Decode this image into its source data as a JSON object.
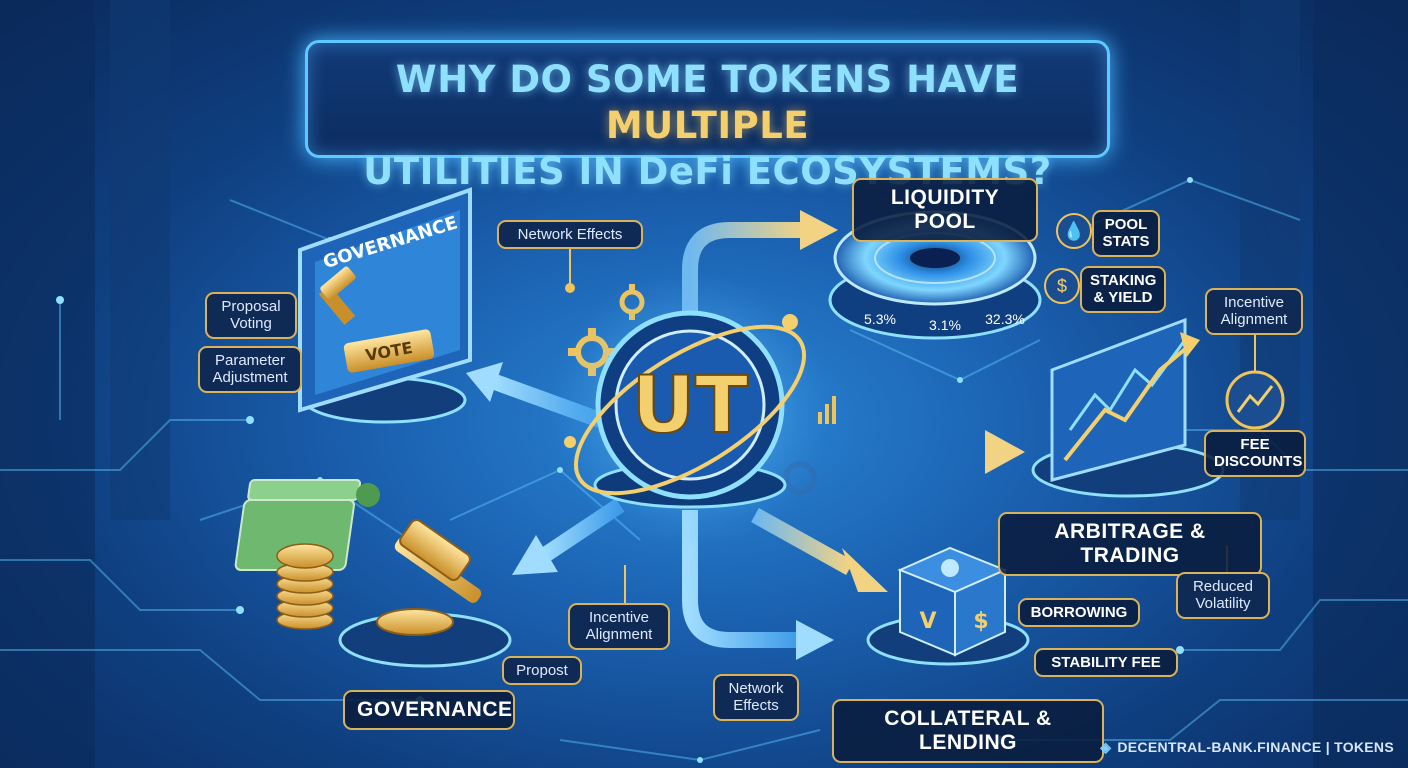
{
  "title": {
    "line1_part1": "WHY DO SOME TOKENS HAVE",
    "line1_part2": "MULTIPLE",
    "line2": "UTILITIES IN DeFi ECOSYSTEMS?"
  },
  "center_token": {
    "label": "UT"
  },
  "liquidity_pool": {
    "label": "LIQUIDITY POOL",
    "rates": [
      "5.3%",
      "3.1%",
      "32.3%"
    ],
    "badges": [
      {
        "icon": "droplets-icon",
        "label": "POOL STATS"
      },
      {
        "icon": "dollar-hand-icon",
        "label": "STAKING & YIELD"
      }
    ]
  },
  "governance_panel": {
    "screen_title": "GOVERNANCE",
    "vote_label": "VOTE",
    "items": [
      "Proposal Voting",
      "Parameter Adjustment"
    ]
  },
  "governance": {
    "label": "GOVERNANCE",
    "tag": "Propost"
  },
  "trading": {
    "label": "ARBITRAGE & TRADING",
    "tags": [
      "Incentive Alignment",
      "FEE DISCOUNTS"
    ]
  },
  "collateral": {
    "label": "COLLATERAL & LENDING",
    "cube_letters": [
      "V",
      "$"
    ],
    "tags": [
      "BORROWING",
      "STABILITY FEE",
      "Reduced Volatility"
    ]
  },
  "connectors": {
    "network_effects_top": "Network Effects",
    "network_effects_bottom": "Network Effects",
    "incentive_alignment_bottom": "Incentive Alignment"
  },
  "footer": {
    "text": "DECENTRAL-BANK.FINANCE | TOKENS"
  },
  "colors": {
    "accent_blue": "#5fc8ff",
    "accent_gold": "#f0c45a",
    "bg_dark": "#0a2a5c"
  }
}
